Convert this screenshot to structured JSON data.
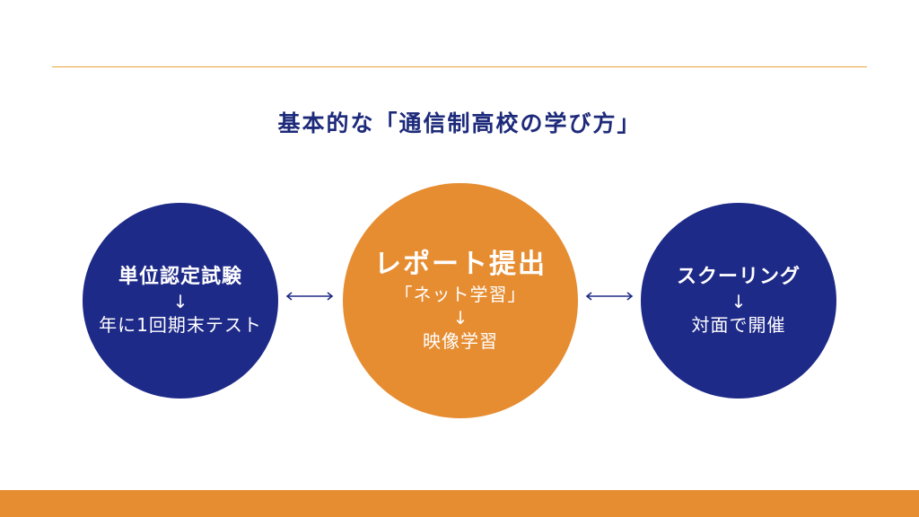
{
  "colors": {
    "navy": "#1e2a88",
    "orange": "#e68d32",
    "rule": "#e8a33c",
    "title_text": "#1d2a7a"
  },
  "title": "基本的な「通信制高校の学び方」",
  "left_node": {
    "main": "単位認定試験",
    "arrow": "↓",
    "sub": "年に1回期末テスト"
  },
  "center_node": {
    "main": "レポート提出",
    "sub": "「ネット学習」",
    "arrow": "↓",
    "sub2": "映像学習"
  },
  "right_node": {
    "main": "スクーリング",
    "arrow": "↓",
    "sub": "対面で開催"
  },
  "connectors": {
    "left_icon": "double-arrow-icon",
    "right_icon": "double-arrow-icon"
  }
}
